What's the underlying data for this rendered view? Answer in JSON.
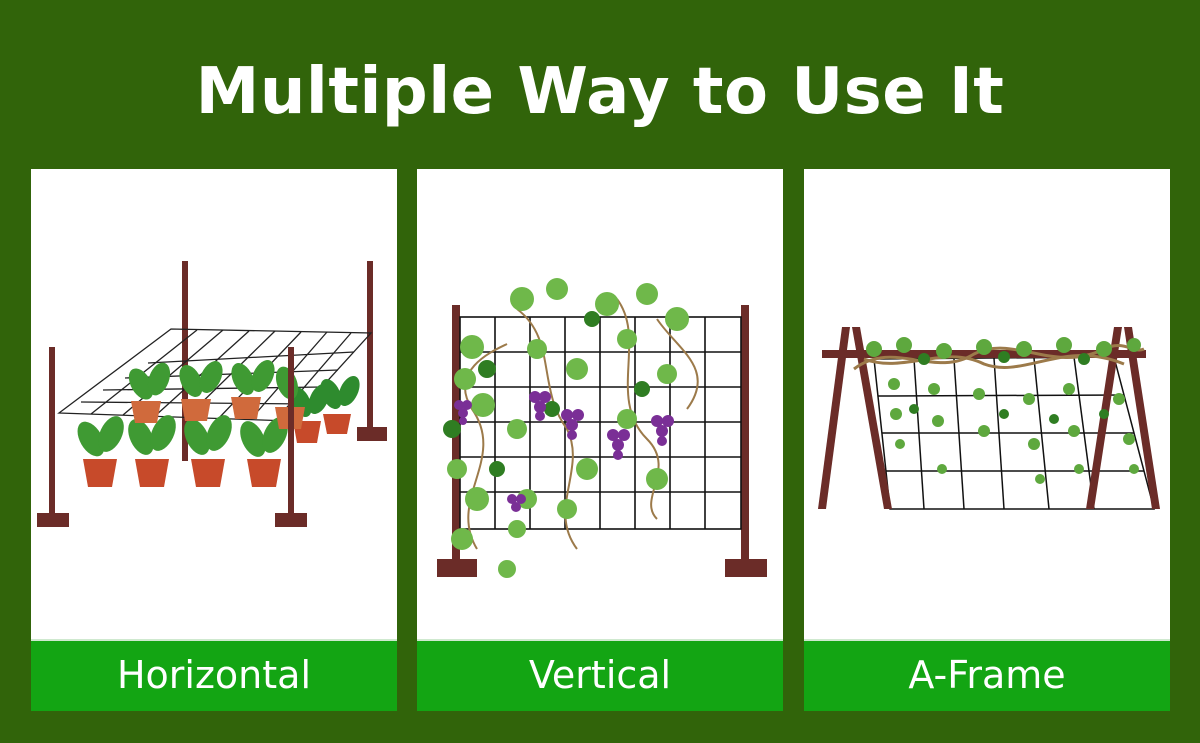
{
  "title": "Multiple Way to Use It",
  "cards": [
    {
      "label": "Horizontal"
    },
    {
      "label": "Vertical"
    },
    {
      "label": "A-Frame"
    }
  ],
  "colors": {
    "background": "#31640a",
    "label_bar": "#13a513",
    "post": "#6b2c28",
    "pot": "#c74a2a",
    "leaf": "#2e8b2e",
    "grape": "#7a2f96"
  }
}
